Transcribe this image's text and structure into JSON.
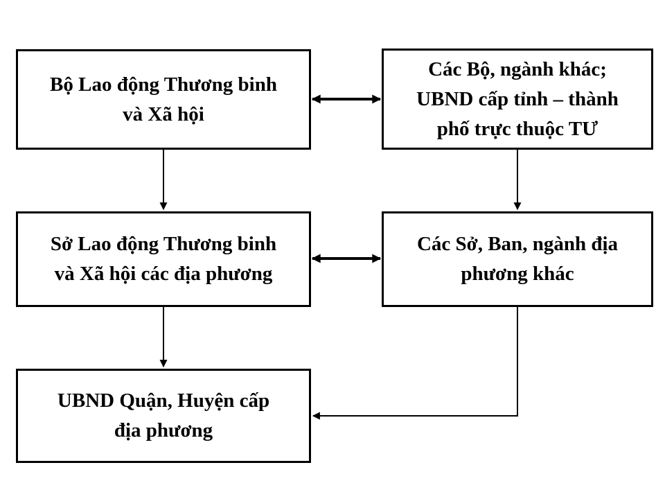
{
  "colors": {
    "background": "#ffffff",
    "ink": "#000000"
  },
  "diagram": {
    "boxes": [
      {
        "id": "bo-lao-dong-thuong-binh-xa-hoi",
        "lines": [
          "Bộ Lao động Thương binh",
          "và Xã hội"
        ]
      },
      {
        "id": "cac-bo-nganh-khac-ubnd-tinh",
        "lines": [
          "Các Bộ, ngành khác;",
          "UBND cấp tỉnh – thành",
          "phố trực thuộc TƯ"
        ]
      },
      {
        "id": "so-lao-dong-thuong-binh-dia-phuong",
        "lines": [
          "Sở Lao động Thương binh",
          "và Xã hội các địa phương"
        ]
      },
      {
        "id": "cac-so-ban-nganh-dia-phuong-khac",
        "lines": [
          "Các Sở, Ban, ngành địa",
          "phương khác"
        ]
      },
      {
        "id": "ubnd-quan-huyen-cap-dia-phuong",
        "lines": [
          "UBND Quận, Huyện cấp",
          "địa phương"
        ]
      }
    ],
    "connectors": [
      {
        "from": 0,
        "to": 1,
        "arrows": "both",
        "shape": "horizontal"
      },
      {
        "from": 0,
        "to": 2,
        "arrows": "to",
        "shape": "vertical"
      },
      {
        "from": 1,
        "to": 3,
        "arrows": "to",
        "shape": "vertical"
      },
      {
        "from": 2,
        "to": 3,
        "arrows": "both",
        "shape": "horizontal"
      },
      {
        "from": 2,
        "to": 4,
        "arrows": "to",
        "shape": "vertical"
      },
      {
        "from": 3,
        "to": 4,
        "arrows": "to",
        "shape": "elbow-down-left"
      }
    ]
  }
}
